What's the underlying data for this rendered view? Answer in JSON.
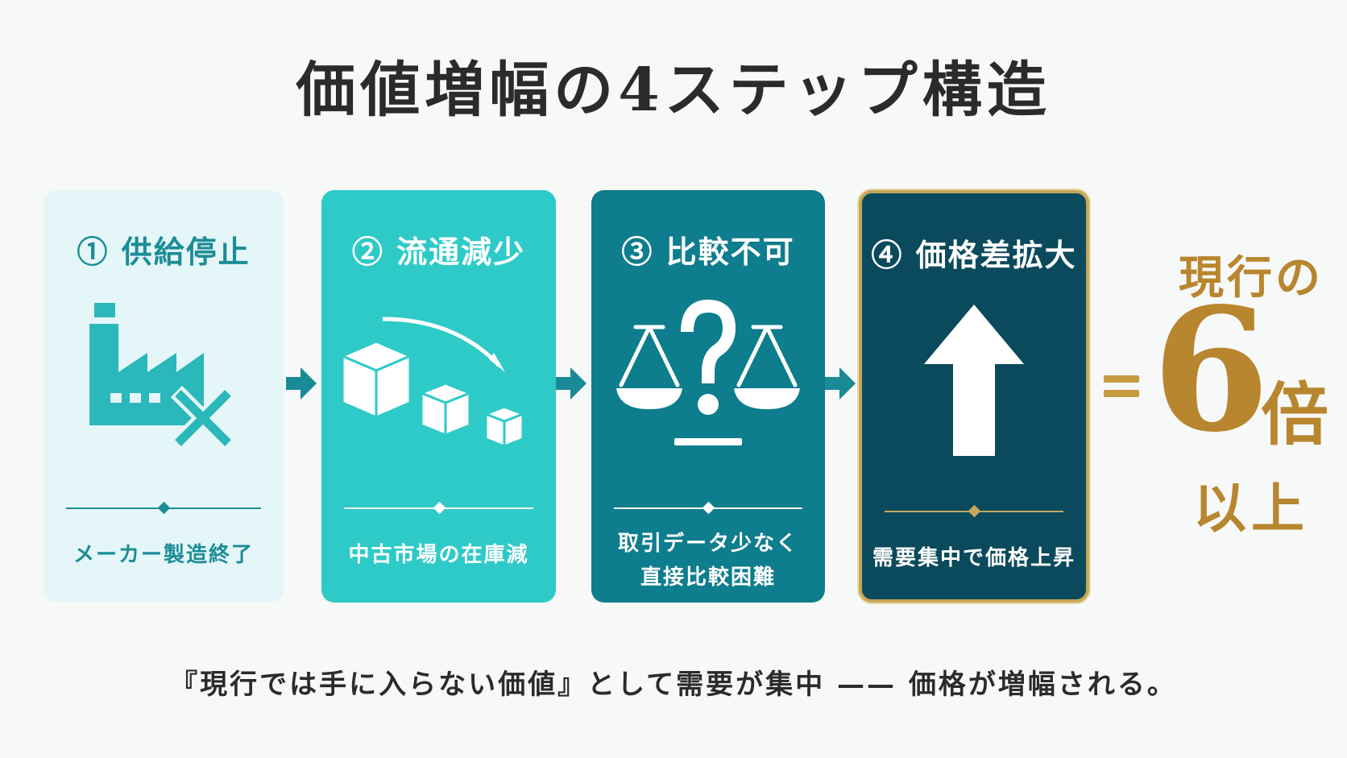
{
  "title": "価値増幅の4ステップ構造",
  "steps": [
    {
      "num": "①",
      "label": "供給停止",
      "desc_lines": [
        "メーカー製造終了"
      ],
      "icon": "factory-with-x-icon"
    },
    {
      "num": "②",
      "label": "流通減少",
      "desc_lines": [
        "中古市場の在庫減"
      ],
      "icon": "shrinking-boxes-icon"
    },
    {
      "num": "③",
      "label": "比較不可",
      "desc_lines": [
        "取引データ少なく",
        "直接比較困難"
      ],
      "icon": "scale-question-icon"
    },
    {
      "num": "④",
      "label": "価格差拡大",
      "desc_lines": [
        "需要集中で価格上昇"
      ],
      "icon": "up-arrow-icon"
    }
  ],
  "result": {
    "prefix": "現行の",
    "number": "6",
    "unit": "倍",
    "suffix": "以上"
  },
  "footer": "『現行では手に入らない価値』として需要が集中 —— 価格が増幅される。",
  "colors": {
    "step1_bg": "#e5f6f8",
    "step2_bg": "#2ecac8",
    "step3_bg": "#0e7d8d",
    "step4_bg": "#0b4a5c",
    "gold": "#b8862e",
    "arrow": "#1a8a96"
  }
}
